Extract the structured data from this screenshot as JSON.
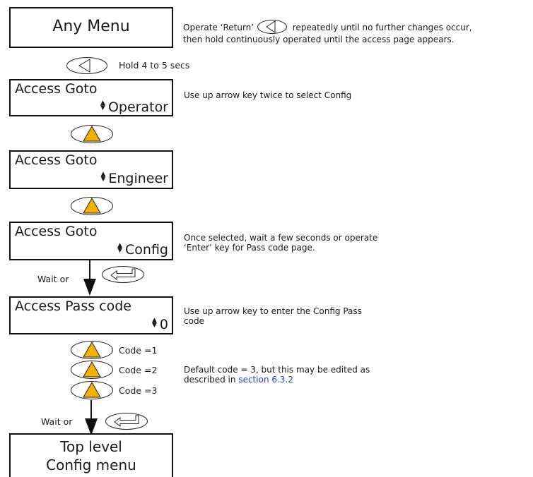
{
  "any_menu": {
    "title": "Any Menu",
    "note_line1_before": "Operate ‘Return’",
    "note_line1_after": "repeatedly until no further changes occur,",
    "note_line2": "then hold continuously operated until the access page appears."
  },
  "hold_label": "Hold 4 to 5 secs",
  "screen_operator": {
    "line1": "Access Goto",
    "line2": "Operator"
  },
  "note_select_config": "Use up arrow key twice to select Config",
  "screen_engineer": {
    "line1": "Access Goto",
    "line2": "Engineer"
  },
  "screen_config": {
    "line1": "Access Goto",
    "line2": "Config"
  },
  "note_once_selected": {
    "line1": "Once selected, wait a few seconds or operate",
    "line2": "‘Enter’ key for Pass code page."
  },
  "wait_or_1": "Wait or",
  "screen_passcode": {
    "line1": "Access Pass code",
    "line2": "0"
  },
  "note_enter_passcode": {
    "line1": "Use up arrow key to enter the Config Pass",
    "line2": "code"
  },
  "codes": [
    "Code =1",
    "Code =2",
    "Code =3"
  ],
  "note_default_code": {
    "line1": "Default code = 3, but this may be edited as",
    "line2_before": "described in",
    "link": "section 6.3.2"
  },
  "wait_or_2": "Wait or",
  "top_level": {
    "line1": "Top level",
    "line2": "Config menu"
  },
  "updown_glyph": "▲▼",
  "icons": {
    "return_key": "return-key-icon",
    "up_arrow_key": "up-arrow-key-icon",
    "enter_key": "enter-key-icon",
    "down_arrow": "flow-arrow-down-icon",
    "updown": "updown-arrows-icon"
  },
  "colors": {
    "up_key_fill": "#F5B000",
    "link": "#2A3FD6"
  }
}
